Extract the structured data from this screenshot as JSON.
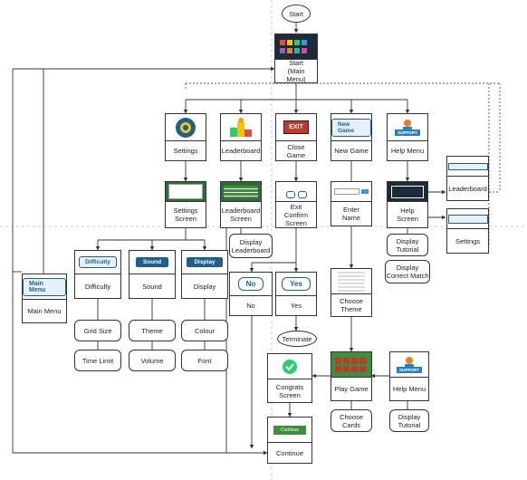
{
  "nodes": {
    "start": "Start",
    "start_main_menu": "Start\n(Main Menu)",
    "settings": "Settings",
    "leaderboard": "Leaderboard",
    "close_game": "Close Game",
    "new_game": "New Game",
    "help_menu": "Help Menu",
    "settings_screen": "Settings\nScreen",
    "leaderboard_screen": "Leaderboard\nScreen",
    "exit_confirm_screen": "Exit Confirm\nScreen",
    "enter_name": "Enter Name",
    "help_screen": "Help\nScreen",
    "leaderboard_side": "Leaderboard",
    "settings_side": "Settings",
    "display_leaderboard": "Display\nLeaderboard",
    "display_tutorial": "Display\nTutorial",
    "display_correct_match": "Display\nCorrect Match",
    "difficulty": "Difficulty",
    "sound": "Sound",
    "display": "Display",
    "main_menu": "Main Menu",
    "no": "No",
    "yes": "Yes",
    "terminate": "Terminate",
    "choose_theme": "Choose\nTheme",
    "grid_size": "Grid Size",
    "theme": "Theme",
    "colour": "Colour",
    "time_limit": "Time Limit",
    "volume": "Volume",
    "font": "Font",
    "congrats_screen": "Congrats\nScreen",
    "play_game": "Play Game",
    "help_menu_2": "Help Menu",
    "choose_cards": "Choose\nCards",
    "display_tutorial_2": "Display\nTutorial",
    "continue": "Continue"
  },
  "thumbnails": {
    "exit_sign": "EXIT",
    "new_game_button": "New Game",
    "support_badge": "SUPPORT",
    "difficulty_button": "Difficulty",
    "sound_button": "Sound",
    "display_button": "Display",
    "main_menu_button": "Main Menu",
    "no_button": "No",
    "yes_button": "Yes",
    "continue_button": "Continue"
  },
  "colors": {
    "line": "#333333",
    "dashed": "#555555",
    "accent_blue": "#1f5f8b",
    "dark_panel": "#1d2a3a",
    "green_panel": "#3e8e3e"
  }
}
